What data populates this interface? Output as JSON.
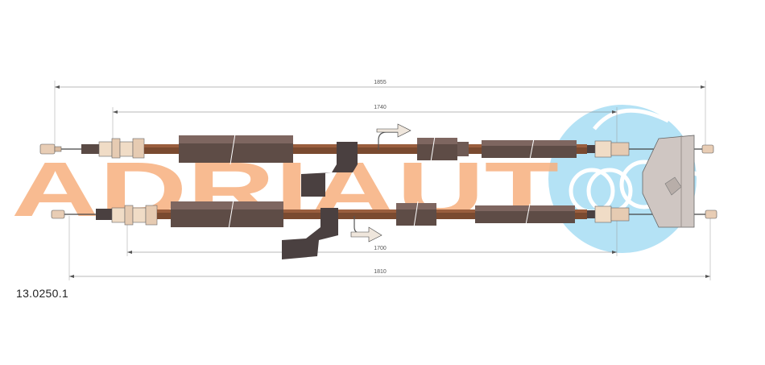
{
  "drawing": {
    "part_number": "13.0250.1",
    "dimensions": {
      "top_overall": "1855",
      "top_inner": "1740",
      "bottom_inner": "1700",
      "bottom_overall": "1810"
    }
  },
  "watermark": {
    "text": "ADRIAUT",
    "text_color": "#F5A46A",
    "logo_color": "#9ED8F2"
  },
  "colors": {
    "cable": "#8A4A2A",
    "conduit": "#5A4A45",
    "metal": "#E8D0B8",
    "bracket": "#4A4040",
    "dim_line": "#666666"
  }
}
